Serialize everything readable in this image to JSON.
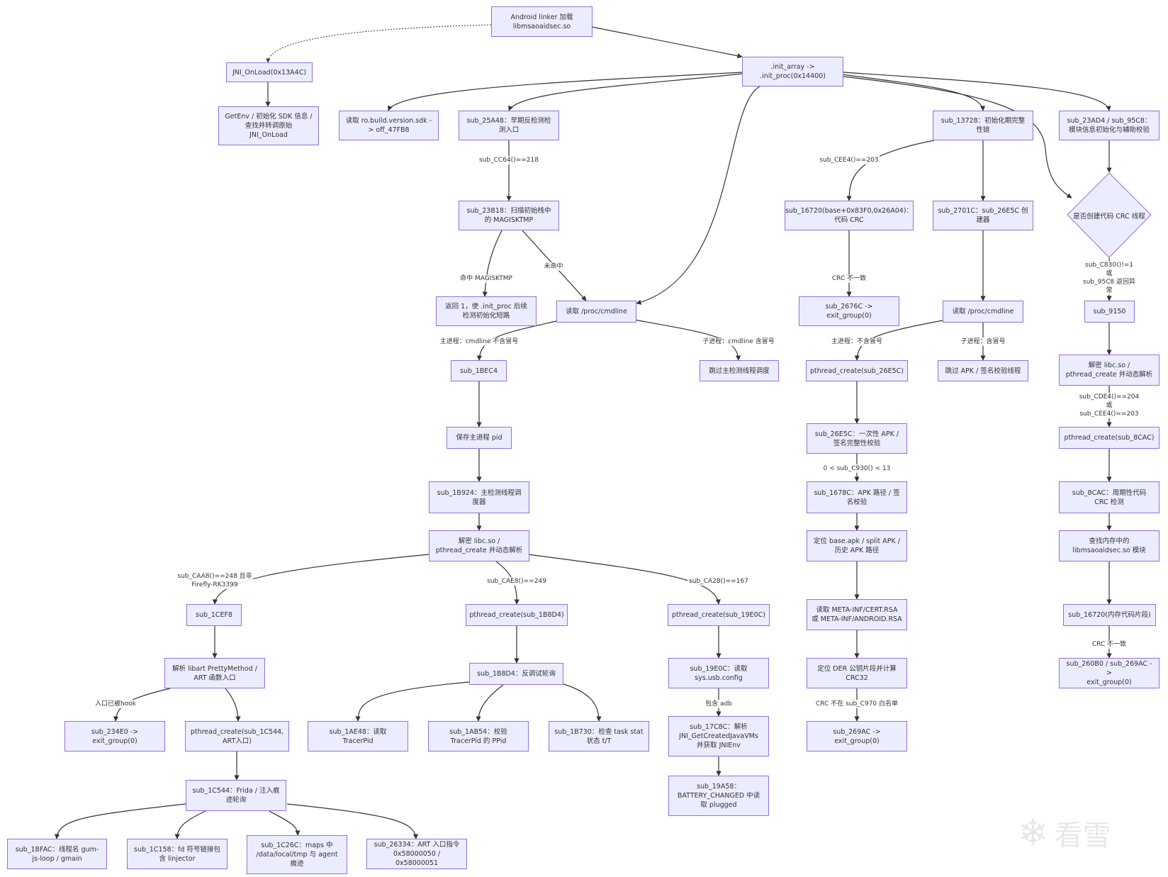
{
  "nodes": {
    "n_android": "Android linker 加载\nlibmsaoaidsec.so",
    "n_jni": "JNI_OnLoad(0x13A4C)",
    "n_getenv": "GetEnv / 初始化 SDK 信息 /\n查找并转调原始\nJNI_OnLoad",
    "n_init": ".init_array ->\n.init_proc(0x14400)",
    "n_sdk": "读取 ro.build.version.sdk -\n> off_47FB8",
    "n_25a48": "sub_25A48：早期反检测检\n测入口",
    "n_23b18": "sub_23B18：扫描初始栈中\n的 MAGISKTMP",
    "n_ret1": "返回 1，使 .init_proc 后续\n检测初始化短路",
    "n_cmd1": "读取 /proc/cmdline",
    "n_skip_main": "跳过主检测线程调度",
    "n_1bec4": "sub_1BEC4",
    "n_savepid": "保存主进程 pid",
    "n_1b924": "sub_1B924：主检测线程调\n度器",
    "n_libc1": "解密 libc.so /\npthread_create 并动态解析",
    "n_1cef8": "sub_1CEF8",
    "n_libart": "解析 libart PrettyMethod /\nART 函数入口",
    "n_234e0": "sub_234E0 ->\nexit_group(0)",
    "n_pc1c544": "pthread_create(sub_1C544,\nART入口)",
    "n_1c544": "sub_1C544：Frida / 注入痕\n迹轮询",
    "n_1bfac": "sub_1BFAC：线程名 gum-\njs-loop / gmain",
    "n_1c158": "sub_1C158：fd 符号链接包\n含 linjector",
    "n_1c26c": "sub_1C26C：maps 中\n/data/local/tmp 与 agent\n痕迹",
    "n_26334": "sub_26334：ART 入口指令\n0x58000050 / 0x58000051",
    "n_pc1b8d4": "pthread_create(sub_1B8D4)",
    "n_1b8d4": "sub_1B8D4：反调试轮询",
    "n_1ae48": "sub_1AE48：读取\nTracerPid",
    "n_1ab54": "sub_1AB54：校验\nTracerPid 的 PPid",
    "n_1b730": "sub_1B730：检查 task stat\n状态 t/T",
    "n_pc19e0c": "pthread_create(sub_19E0C)",
    "n_19e0c": "sub_19E0C：读取\nsys.usb.config",
    "n_17c8c": "sub_17C8C：解析\nJNI_GetCreatedJavaVMs\n并获取 JNIEnv",
    "n_19a58": "sub_19A58：\nBATTERY_CHANGED 中读\n取 plugged",
    "n_13728": "sub_13728：初始化期完整\n性链",
    "n_16720a": "sub_16720(base+0x83F0,0x26A04)：\n代码 CRC",
    "n_2676c": "sub_2676C ->\nexit_group(0)",
    "n_2701c": "sub_2701C：sub_26E5C 创\n建器",
    "n_cmd2": "读取 /proc/cmdline",
    "n_pc26e5c": "pthread_create(sub_26E5C)",
    "n_skip_apk": "跳过 APK / 签名校验线程",
    "n_26e5c": "sub_26E5C：一次性 APK /\n签名完整性校验",
    "n_1678c": "sub_1678C：APK 路径 / 签\n名校验",
    "n_baseapk": "定位 base.apk / split APK /\n历史 APK 路径",
    "n_metainf": "读取 META-INF/CERT.RSA\n或 META-INF/ANDROID.RSA",
    "n_der": "定位 DER 公钥片段并计算\nCRC32",
    "n_269ac_a": "sub_269AC ->\nexit_group(0)",
    "n_23ad4": "sub_23AD4 / sub_95C8：\n模块信息初始化与辅助校验",
    "n_diamond": "是否创建代码 CRC 线程",
    "n_9150": "sub_9150",
    "n_libc2": "解密 libc.so /\npthread_create 并动态解析",
    "n_pc8cac": "pthread_create(sub_8CAC)",
    "n_8cac": "sub_8CAC：周期性代码\nCRC 检测",
    "n_findmod": "查找内存中的\nlibmsaoaidsec.so 模块",
    "n_16720b": "sub_16720(内存代码片段)",
    "n_260b0": "sub_260B0 / sub_269AC ->\nexit_group(0)"
  },
  "edge_labels": {
    "l_cc64": "sub_CC64()==218",
    "l_hit": "命中 MAGISKTMP",
    "l_miss": "未命中",
    "l_main1": "主进程：cmdline 不含冒号",
    "l_child1": "子进程：cmdline 含冒号",
    "l_caa8": "sub_CAA8()==248 且非\nFirefly-RK3399",
    "l_cae8": "sub_CAE8()==249",
    "l_ca28": "sub_CA28()==167",
    "l_entry": "入口已被hook",
    "l_adb": "包含 adb",
    "l_cee4": "sub_CEE4()==203",
    "l_crcbad1": "CRC 不一致",
    "l_main2": "主进程：不含冒号",
    "l_child2": "子进程：含冒号",
    "l_c930": "0 < sub_C930() < 13",
    "l_crcwl": "CRC 不在 sub_C970 白名单",
    "l_c830": "sub_C830()!=1 或\nsub_95C8 返回异常",
    "l_cde4": "sub_CDE4()==204 或\nsub_CEE4()==203",
    "l_crcbad2": "CRC 不一致"
  },
  "watermark": {
    "glyph": "❄",
    "text": "看雪"
  },
  "colors": {
    "node_fill": "#ECECFF",
    "node_border": "#9370DB",
    "edge": "#333333",
    "text": "#333333"
  }
}
